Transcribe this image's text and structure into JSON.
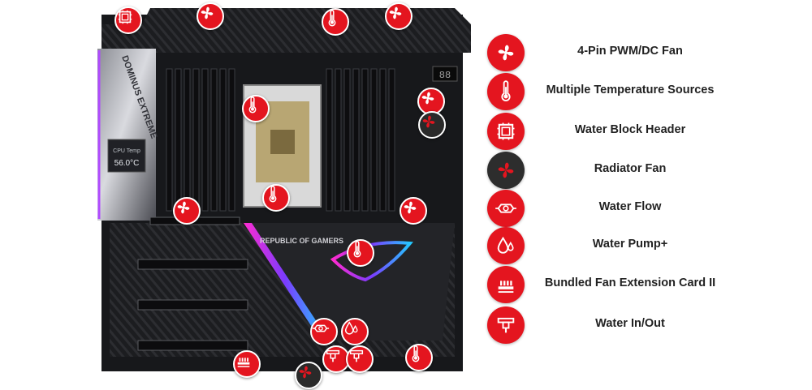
{
  "colors": {
    "accent": "#e4151f",
    "dark_marker": "#2d2d2d",
    "text": "#222222",
    "background": "#ffffff"
  },
  "board": {
    "lid_text": "REPUBLIC OF GAMERS",
    "shroud_text": "DOMINUS EXTREME",
    "oled_line1": "CPU Temp",
    "oled_line2": "56.0°C",
    "debug_code": "88"
  },
  "markers": [
    {
      "icon": "water-block-icon"
    },
    {
      "icon": "fan-icon"
    },
    {
      "icon": "thermometer-icon"
    },
    {
      "icon": "fan-icon"
    },
    {
      "icon": "thermometer-icon"
    },
    {
      "icon": "fan-icon"
    },
    {
      "icon": "radiator-fan-icon"
    },
    {
      "icon": "fan-icon"
    },
    {
      "icon": "thermometer-icon"
    },
    {
      "icon": "fan-icon"
    },
    {
      "icon": "thermometer-icon"
    },
    {
      "icon": "water-flow-icon"
    },
    {
      "icon": "water-pump-icon"
    },
    {
      "icon": "water-in-out-icon"
    },
    {
      "icon": "water-in-out-icon"
    },
    {
      "icon": "thermometer-icon"
    },
    {
      "icon": "fan-extension-card-icon"
    },
    {
      "icon": "radiator-fan-icon"
    }
  ],
  "legend": [
    {
      "label": "4-Pin PWM/DC Fan",
      "icon": "fan-icon"
    },
    {
      "label": "Multiple Temperature Sources",
      "icon": "thermometer-icon"
    },
    {
      "label": "Water Block Header",
      "icon": "water-block-icon"
    },
    {
      "label": "Radiator Fan",
      "icon": "radiator-fan-icon"
    },
    {
      "label": "Water Flow",
      "icon": "water-flow-icon"
    },
    {
      "label": "Water Pump+",
      "icon": "water-pump-icon"
    },
    {
      "label": "Bundled Fan Extension Card II",
      "icon": "fan-extension-card-icon"
    },
    {
      "label": "Water In/Out",
      "icon": "water-in-out-icon"
    }
  ]
}
